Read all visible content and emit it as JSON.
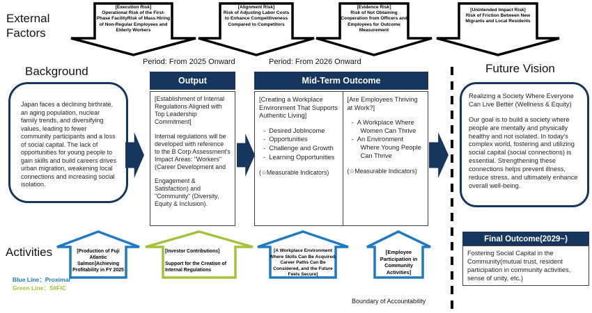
{
  "colors": {
    "navy": "#17365D",
    "blue": "#1F7AC4",
    "green": "#A3C139",
    "black": "#000000"
  },
  "external_factors": {
    "label": "External Factors",
    "risks": [
      {
        "title": "[Execution Risk]",
        "body": "Operational Risk of the First-Phase FacilityRisk of Mass Hiring of Non-Regular Employees and Elderly Workers"
      },
      {
        "title": "[Alignment Risk]",
        "body": "Risk of Adjusting Labor Costs to Enhance Competitiveness Compared to Competitors"
      },
      {
        "title": "[Evidence Risk]",
        "body": "Risk of Not Obtaining Cooperation from Officers and Employees for Outcome Measurement"
      },
      {
        "title": "[Unintended Impact Risk]",
        "body": "Risk of Friction Between New Migrants and Local Residents"
      }
    ]
  },
  "periods": [
    "Period: From 2025 Onward",
    "Period: From 2026 Onward"
  ],
  "background": {
    "label": "Background",
    "text": "Japan faces a declining birthrate, an aging population, nuclear family trends, and diversifying values, leading to fewer community participants and a loss of social capital. The lack of opportunities for young people to gain skills and build careers drives urban migration, weakening local connections and increasing social isolation."
  },
  "output": {
    "header": "Output",
    "title": "[Establishment of Internal Regulations Aligned with Top Leadership Commitment]",
    "body1": "Internal regulations will be developed with reference to the B Corp Assessment's Impact Areas: \"Workers\" (Career Development and",
    "body2": "Engagement & Satisfaction) and \"Community\" (Diversity, Equity & Inclusion)."
  },
  "mid_term": {
    "header": "Mid-Term Outcome",
    "columns": [
      {
        "title": "[Creating a Workplace Environment That Supports Authentic Living]",
        "bullets": [
          "Desired JobIncome",
          "Opportunities",
          "Challenge and Growth",
          "Learning Opportunities"
        ],
        "note": "(☆Measurable Indicators)"
      },
      {
        "title": "[Are Employees Thriving at Work?]",
        "bullets": [
          "A Workplace Where Women Can Thrive",
          "An Environment Where Young People Can Thrive"
        ],
        "note": "(☆Measurable Indicators)"
      }
    ]
  },
  "future_vision": {
    "label": "Future Vision",
    "title": "Realizing a Society Where Everyone Can Live Better (Wellness & Equity)",
    "body": "Our goal is to build a society where people are mentally and physically healthy and not isolated. In today's complex world, fostering and utilizing social capital (social connections) is essential. Strengthening these connections helps prevent illness, reduce stress, and ultimately enhance overall well-being."
  },
  "final_outcome": {
    "header": "Final Outcome(2029~)",
    "body": "Fostering Social Capital in the Community(mutual trust, resident participation in community activities, sense of unity, etc.)"
  },
  "activities": {
    "label": "Activities",
    "legend": [
      {
        "text": "Blue Line：Proximar",
        "color": "#1F7AC4"
      },
      {
        "text": "Green Line：SIIFIC",
        "color": "#A3C139"
      }
    ],
    "arrows": [
      {
        "line": "blue",
        "title": "[Production of Fuji Atlantic Salmon]Achieving Profitability in FY 2025"
      },
      {
        "line": "green",
        "title": "[Investor Contributions]",
        "body": "Support for the Creation of Internal Regulations"
      },
      {
        "line": "blue",
        "title": "[A Workplace Environment Where Skills Can Be Acquired, Career Paths Can Be Considered, and the Future Feels Secure]"
      },
      {
        "line": "blue",
        "title": "[Employee Participation in Community Activities]"
      }
    ]
  },
  "boundary_label": "Boundary of Accountability"
}
